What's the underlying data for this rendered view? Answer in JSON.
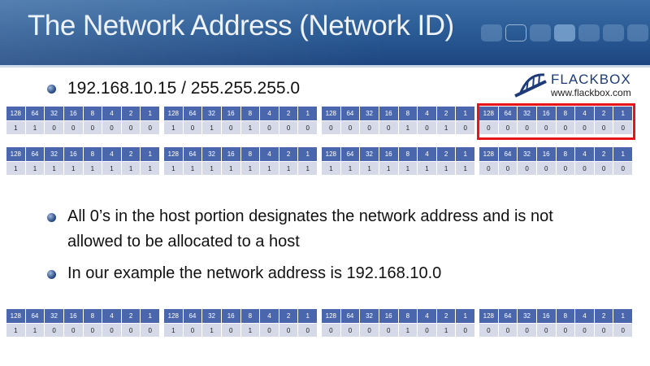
{
  "slide": {
    "title": "The Network Address (Network ID)",
    "bullets": [
      "192.168.10.15 / 255.255.255.0",
      "All 0’s in the host portion designates the network address and is not",
      "allowed to be allocated to a host",
      "In our example the network address is 192.168.10.0"
    ],
    "logo": {
      "brand": "FLACKBOX",
      "url": "www.flackbox.com"
    },
    "bit_values": [
      "128",
      "64",
      "32",
      "16",
      "8",
      "4",
      "2",
      "1"
    ],
    "ip_octets": [
      [
        "1",
        "1",
        "0",
        "0",
        "0",
        "0",
        "0",
        "0"
      ],
      [
        "1",
        "0",
        "1",
        "0",
        "1",
        "0",
        "0",
        "0"
      ],
      [
        "0",
        "0",
        "0",
        "0",
        "1",
        "0",
        "1",
        "0"
      ],
      [
        "0",
        "0",
        "0",
        "0",
        "0",
        "0",
        "0",
        "0"
      ]
    ],
    "mask_octets": [
      [
        "1",
        "1",
        "1",
        "1",
        "1",
        "1",
        "1",
        "1"
      ],
      [
        "1",
        "1",
        "1",
        "1",
        "1",
        "1",
        "1",
        "1"
      ],
      [
        "1",
        "1",
        "1",
        "1",
        "1",
        "1",
        "1",
        "1"
      ],
      [
        "0",
        "0",
        "0",
        "0",
        "0",
        "0",
        "0",
        "0"
      ]
    ],
    "network_octets": [
      [
        "1",
        "1",
        "0",
        "0",
        "0",
        "0",
        "0",
        "0"
      ],
      [
        "1",
        "0",
        "1",
        "0",
        "1",
        "0",
        "0",
        "0"
      ],
      [
        "0",
        "0",
        "0",
        "0",
        "1",
        "0",
        "1",
        "0"
      ],
      [
        "0",
        "0",
        "0",
        "0",
        "0",
        "0",
        "0",
        "0"
      ]
    ],
    "colors": {
      "header_cell": "#4a67ad",
      "value_cell": "#d6d9e8",
      "highlight": "#e8141a"
    }
  }
}
